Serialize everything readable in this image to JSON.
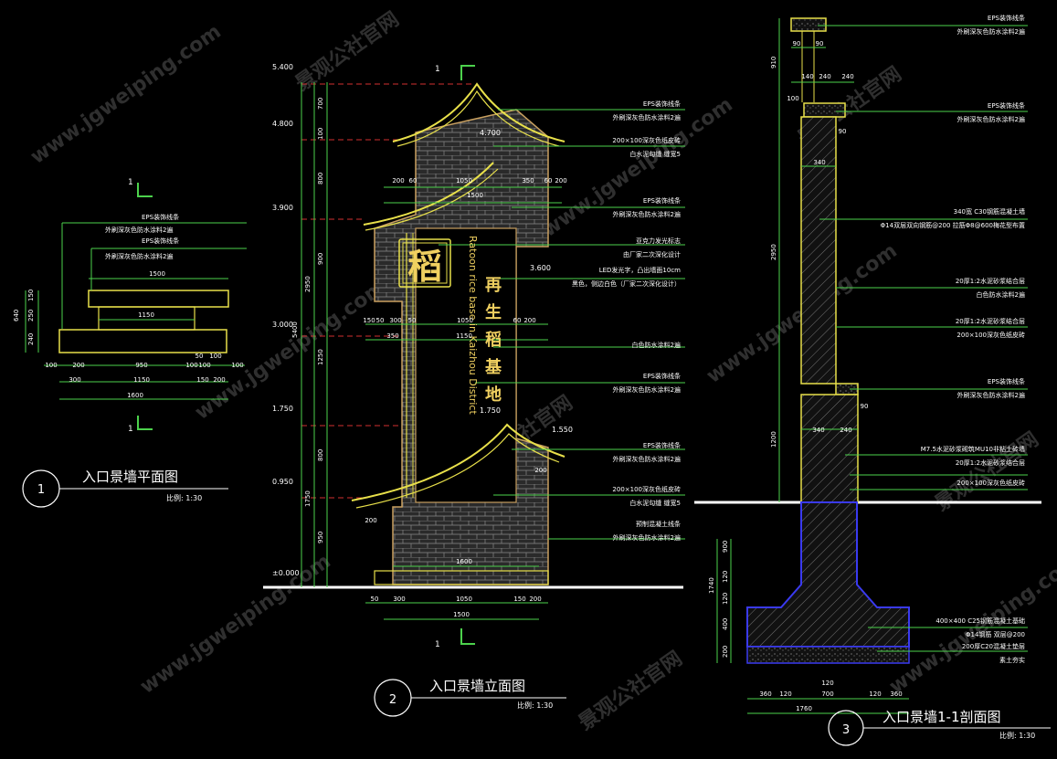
{
  "plan": {
    "number": "1",
    "title": "入口景墙平面图",
    "scale": "比例: 1:30",
    "section_mark": "1",
    "notes": [
      {
        "line1": "EPS装饰线条",
        "line2": "外刷深灰色防水涂料2遍"
      },
      {
        "line1": "EPS装饰线条",
        "line2": "外刷深灰色防水涂料2遍"
      }
    ],
    "dims": {
      "d1500": "1500",
      "d1150": "1150",
      "d640": "640",
      "d150": "150",
      "d250": "250",
      "d240": "240",
      "row1": [
        "100",
        "200",
        "950",
        "100",
        "100",
        "50",
        "100"
      ],
      "row2": [
        "300",
        "1150",
        "150",
        "200"
      ],
      "total": "1600"
    }
  },
  "elevation": {
    "number": "2",
    "title": "入口景墙立面图",
    "scale": "比例: 1:30",
    "section_mark": "1",
    "levels": [
      "5.400",
      "4.800",
      "3.900",
      "3.000",
      "1.750",
      "0.950",
      "±0.000"
    ],
    "inner_levels": [
      "4.700",
      "3.600",
      "1.750",
      "1.550"
    ],
    "left_dims": [
      "700",
      "100",
      "800",
      "900",
      "1250",
      "800",
      "950"
    ],
    "outer_dims": [
      "2950",
      "5400",
      "1750"
    ],
    "glyph": "稻",
    "vertical_cn": "再生稻基地",
    "vertical_en": "Ratoon rice base in Kaizhou District",
    "top_dims": [
      "200",
      "60",
      "1050",
      "350",
      "60",
      "200"
    ],
    "top_total": "1500",
    "mid_dims": [
      "150",
      "50",
      "300",
      "50",
      "1050",
      "60",
      "200"
    ],
    "mid_dims2": [
      "350",
      "1150"
    ],
    "base_dims": [
      "50",
      "300",
      "1050",
      "150",
      "200"
    ],
    "base_total": "1500",
    "base_inner": "1600",
    "small_dims": [
      "200",
      "200"
    ],
    "notes": [
      {
        "line1": "EPS装饰线条",
        "line2": "外刷深灰色防水涂料2遍"
      },
      {
        "line1": "200×100深灰色纸皮砖",
        "line2": "白水泥勾缝 缝宽5"
      },
      {
        "line1": "EPS装饰线条",
        "line2": "外刷深灰色防水涂料2遍"
      },
      {
        "line1": "亚克力发光标志",
        "line2": "由厂家二次深化设计"
      },
      {
        "line1": "LED发光字，凸出墙面10cm",
        "line2": "黑色，侧边白色（厂家二次深化设计）"
      },
      {
        "line1": "白色防水涂料2遍",
        "line2": ""
      },
      {
        "line1": "EPS装饰线条",
        "line2": "外刷深灰色防水涂料2遍"
      },
      {
        "line1": "EPS装饰线条",
        "line2": "外刷深灰色防水涂料2遍"
      },
      {
        "line1": "200×100深灰色纸皮砖",
        "line2": "白水泥勾缝 缝宽5"
      },
      {
        "line1": "预制混凝土线条",
        "line2": "外刷深灰色防水涂料2遍"
      }
    ]
  },
  "section": {
    "number": "3",
    "title": "入口景墙1-1剖面图",
    "scale": "比例: 1:30",
    "dims": {
      "top": [
        "90",
        "90"
      ],
      "d910": "910",
      "mid": [
        "140",
        "240",
        "240"
      ],
      "d100": "100",
      "d90a": "90",
      "d340": "340",
      "d2950": "2950",
      "d90b": "90",
      "low": [
        "340",
        "240"
      ],
      "d1200": "1200",
      "found": [
        "900",
        "120",
        "120",
        "400",
        "200"
      ],
      "d1740": "1740",
      "bottom": [
        "360",
        "120",
        "700",
        "120",
        "360"
      ],
      "total": "1760"
    },
    "notes": [
      {
        "line1": "EPS装饰线条",
        "line2": "外刷深灰色防水涂料2遍"
      },
      {
        "line1": "EPS装饰线条",
        "line2": "外刷深灰色防水涂料2遍"
      },
      {
        "line1": "340宽 C30钢筋混凝土墙",
        "line2": "Φ14双层双向钢筋@200 拉筋Φ8@600梅花型布置"
      },
      {
        "line1": "20厚1:2水泥砂浆结合层",
        "line2": "白色防水涂料2遍"
      },
      {
        "line1": "20厚1:2水泥砂浆结合层",
        "line2": "200×100深灰色纸皮砖"
      },
      {
        "line1": "EPS装饰线条",
        "line2": "外刷深灰色防水涂料2遍"
      },
      {
        "line1": "M7.5水泥砂浆砌筑MU10非粘土砖墙",
        "line2": "20厚1:2水泥砂浆结合层"
      },
      {
        "line1": "200×100深灰色纸皮砖",
        "line2": ""
      },
      {
        "line1": "400×400 C25钢筋混凝土基础",
        "line2": "Φ14钢筋 双层@200"
      },
      {
        "line1": "200厚C20混凝土垫层",
        "line2": "素土夯实"
      }
    ]
  },
  "watermark": {
    "url": "www.jgweiping.com",
    "cn": "景观公社官网"
  },
  "colors": {
    "background": "#000000",
    "dim": "#4cd24c",
    "outline": "#e8e04a",
    "text": "#ffffff",
    "hatch": "#9a9a9a",
    "brick": "#6b6b6b",
    "red": "#d23030",
    "blue": "#3a3af0",
    "orange": "#e0a030",
    "cyan": "#2ad0d0",
    "glyph": "#f0d060",
    "watermark": "#3a3a3a"
  }
}
